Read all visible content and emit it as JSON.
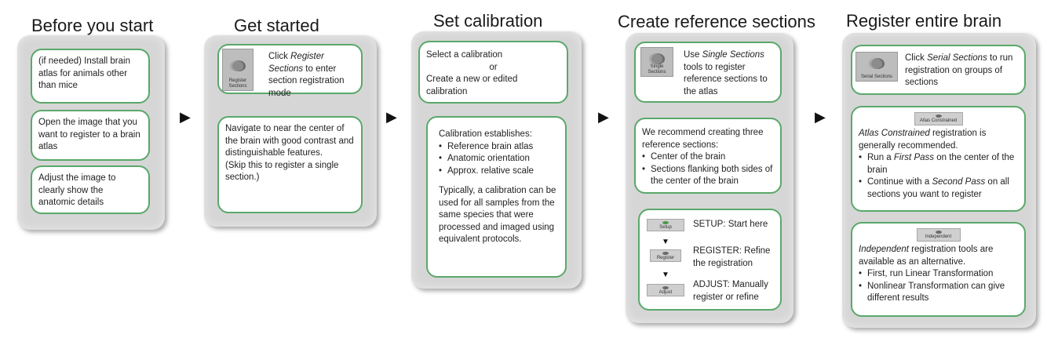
{
  "stages": [
    {
      "title": "Before you start",
      "cards": [
        "(if needed)  Install brain atlas for animals other than mice",
        "Open the  image that you want to register to a brain atlas",
        "Adjust the  image to clearly show the anatomic details"
      ]
    },
    {
      "title": "Get started",
      "register_button_caption": "Register Sections",
      "card1": {
        "pre": "Click ",
        "em": "Register Sections",
        "post": " to enter section registration mode"
      },
      "card2": {
        "line1": "Navigate to near the center of the brain with good contrast and distinguishable features.",
        "line2": "(Skip this to register a single section.)"
      }
    },
    {
      "title": "Set calibration",
      "card1": {
        "line1": "Select a calibration",
        "or": "or",
        "line2": "Create a new or edited calibration"
      },
      "card2": {
        "intro": "Calibration establishes:",
        "bullets": [
          "Reference brain atlas",
          "Anatomic orientation",
          "Approx. relative scale"
        ],
        "body": "Typically, a calibration can be used for all samples from the same species that were processed and imaged using equivalent protocols."
      }
    },
    {
      "title": "Create reference sections",
      "single_button_caption": "Single Sections",
      "card1": {
        "pre": "Use ",
        "em": "Single Sections",
        "post": " tools to register reference sections to the atlas"
      },
      "card2": {
        "intro": "We recommend creating three reference sections:",
        "bullets": [
          "Center of the brain",
          "Sections flanking both sides of the center of the brain"
        ]
      },
      "card3": {
        "items": [
          {
            "button": "Setup",
            "text": "SETUP:  Start here"
          },
          {
            "button": "Register",
            "text": "REGISTER:  Refine the registration"
          },
          {
            "button": "Adjust",
            "text": "ADJUST:  Manually register or refine"
          }
        ]
      }
    },
    {
      "title": "Register entire brain",
      "serial_button_caption": "Serial Sections",
      "card1": {
        "pre": "Click ",
        "em": "Serial Sections",
        "post": " to run registration on groups of sections"
      },
      "card2": {
        "button": "Atlas Constrained",
        "em": "Atlas Constrained",
        "text": " registration is generally recommended.",
        "bullet1": {
          "pre": "Run a ",
          "em": "First Pass",
          "post": " on the center of the brain"
        },
        "bullet2": {
          "pre": "Continue with a ",
          "em": "Second Pass",
          "post": " on all sections you want to register"
        }
      },
      "card3": {
        "button": "Independent",
        "em": "Independent",
        "text": " registration tools are available as an alternative.",
        "bullets": [
          "First, run Linear Transformation",
          "Nonlinear Transformation can give different results"
        ]
      }
    }
  ],
  "arrow_glyph": "▶",
  "down_glyph": "▼"
}
